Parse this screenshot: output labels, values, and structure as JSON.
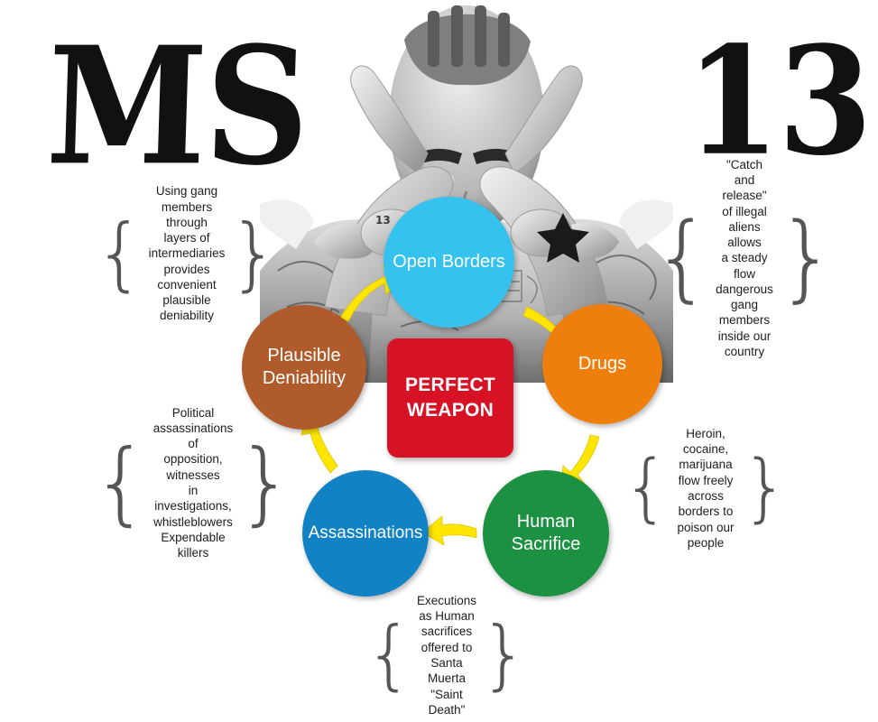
{
  "header": {
    "left_text": "MS",
    "right_text": "13",
    "photo_alt": "grayscale-photo-of-gang-member-making-hand-signs"
  },
  "center": {
    "label": "PERFECT\nWEAPON",
    "color": "#d81225"
  },
  "nodes": [
    {
      "id": "open-borders",
      "label": "Open Borders",
      "color": "#35c2ee"
    },
    {
      "id": "drugs",
      "label": "Drugs",
      "color": "#ee7f0d"
    },
    {
      "id": "human-sacrifice",
      "label": "Human\nSacrifice",
      "color": "#1c9141"
    },
    {
      "id": "assassinations",
      "label": "Assassinations",
      "color": "#1183c4"
    },
    {
      "id": "plausible-deniability",
      "label": "Plausible\nDeniability",
      "color": "#b05b2c"
    }
  ],
  "callouts": [
    {
      "id": "deniability",
      "text": "Using gang members\nthrough layers of\nintermediaries\nprovides convenient\nplausible deniability"
    },
    {
      "id": "catch-and-release",
      "text": "\"Catch and release\"\nof illegal aliens allows\na steady flow\ndangerous gang\nmembers inside our\ncountry"
    },
    {
      "id": "political-assassinations",
      "text": "Political\nassassinations of\nopposition, witnesses\nin investigations,\nwhistleblowers\nExpendable killers"
    },
    {
      "id": "heroin",
      "text": "Heroin, cocaine,\nmarijuana flow freely\nacross borders to\npoison our people"
    },
    {
      "id": "executions",
      "text": "Executions as Human\nsacrifices offered to\nSanta Muerta\n\"Saint Death\""
    }
  ],
  "arrows": {
    "color": "#ffe500",
    "sequence": [
      "plausible-deniability -> open-borders",
      "open-borders -> drugs",
      "drugs -> human-sacrifice",
      "human-sacrifice -> assassinations",
      "assassinations -> plausible-deniability"
    ]
  },
  "braces": {
    "left": "{",
    "right": "}"
  }
}
